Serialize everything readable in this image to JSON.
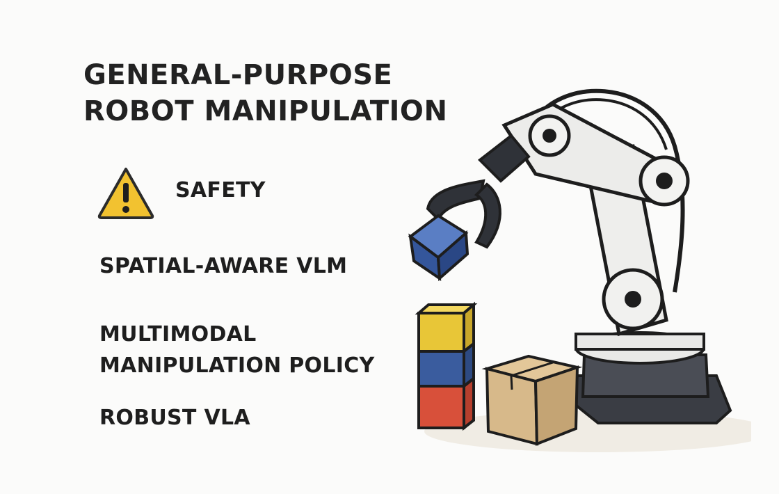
{
  "title": {
    "line1": "GENERAL-PURPOSE",
    "line2": "ROBOT MANIPULATION"
  },
  "items": {
    "safety": "SAFETY",
    "spatial": "SPATIAL-AWARE VLM",
    "multimodal_line1": "MULTIMODAL",
    "multimodal_line2": "MANIPULATION POLICY",
    "robust": "ROBUST VLA"
  },
  "icons": {
    "warning": "warning-triangle-icon",
    "illustration": "robot-arm-illustration"
  },
  "colors": {
    "warning_yellow": "#f2c230",
    "block_blue": "#3a5c9e",
    "block_yellow": "#e8c637",
    "block_red": "#d8503a",
    "box_tan": "#d7b98a"
  }
}
